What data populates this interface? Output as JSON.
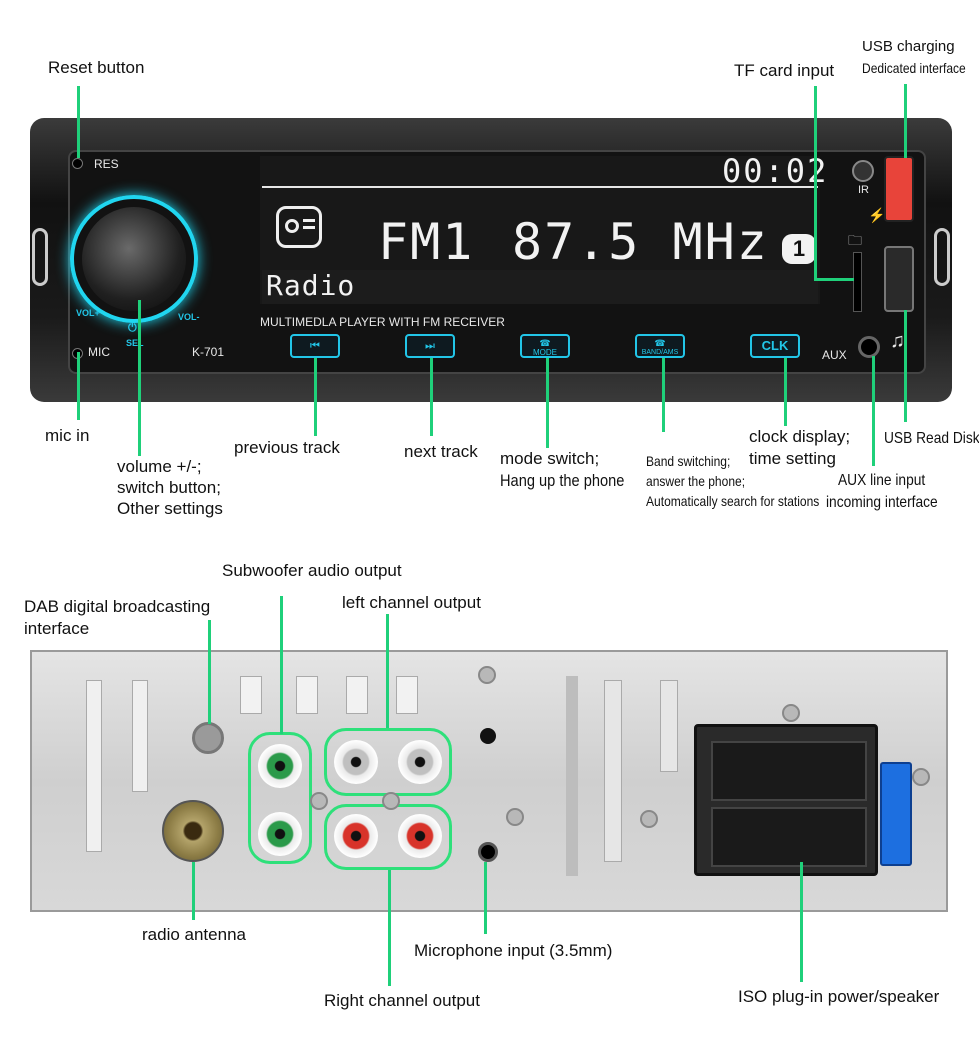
{
  "front_panel": {
    "res": "RES",
    "mic": "MIC",
    "model": "K-701",
    "aux": "AUX",
    "ir": "IR",
    "subtitle": "MULTIMEDLA PLAYER WITH FM RECEIVER",
    "time": "00:02",
    "band": "FM1",
    "frequency": "87.5 MHz",
    "preset": "1",
    "source": "Radio",
    "vol_plus": "VOL+",
    "vol_minus": "VOL-",
    "sel": "SEL",
    "mode_btn": "MODE",
    "band_btn": "BAND/AMS",
    "clk_btn": "CLK",
    "accent_color": "#22c6e8"
  },
  "front_labels": {
    "reset": "Reset button",
    "tf": "TF card input",
    "usb_charging": "USB charging",
    "usb_charging_sub": "Dedicated interface",
    "mic_in": "mic in",
    "volume_1": "volume +/-;",
    "volume_2": "switch button;",
    "volume_3": "Other settings",
    "prev": "previous track",
    "next": "next track",
    "mode_1": "mode switch;",
    "mode_2": "Hang up the phone",
    "band_1": "Band switching;",
    "band_2": "answer the phone;",
    "band_3": "Automatically search for stations",
    "clock_1": "clock display;",
    "clock_2": "time setting",
    "usb_read": "USB Read Disk",
    "aux_1": "AUX line input",
    "aux_2": "incoming interface"
  },
  "rear_labels": {
    "subwoofer": "Subwoofer audio output",
    "dab_1": "DAB digital broadcasting",
    "dab_2": "interface",
    "left": "left channel output",
    "antenna": "radio antenna",
    "mic_input": "Microphone input (3.5mm)",
    "right": "Right channel output",
    "iso": "ISO plug-in power/speaker"
  },
  "colors": {
    "callout_line": "#1fd07a",
    "usb_charging_port": "#e8443a",
    "rca_white": "#f0f0f0",
    "rca_red": "#d8332a"
  }
}
